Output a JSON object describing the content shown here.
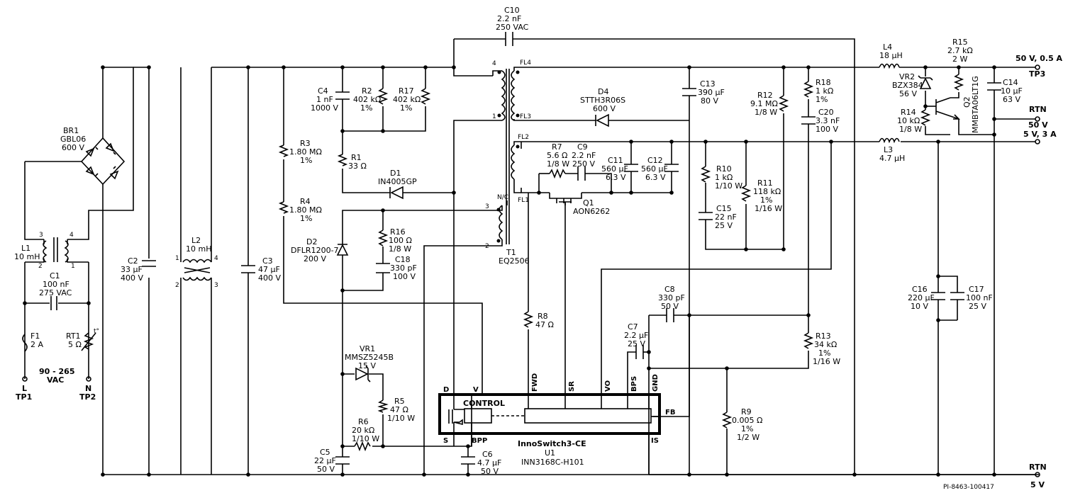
{
  "components": {
    "c10": {
      "ref": "C10",
      "value": "2.2 nF",
      "rating": "250 VAC"
    },
    "br1": {
      "ref": "BR1",
      "part": "GBL06",
      "rating": "600 V"
    },
    "l1": {
      "ref": "L1",
      "value": "10 mH"
    },
    "c1": {
      "ref": "C1",
      "value": "100 nF",
      "rating": "275 VAC"
    },
    "f1": {
      "ref": "F1",
      "value": "2 A"
    },
    "rt1": {
      "ref": "RT1",
      "value": "5 Ω"
    },
    "c2": {
      "ref": "C2",
      "value": "33 μF",
      "rating": "400 V"
    },
    "l2": {
      "ref": "L2",
      "value": "10 mH"
    },
    "c3": {
      "ref": "C3",
      "value": "47 μF",
      "rating": "400 V"
    },
    "r3": {
      "ref": "R3",
      "value": "1.80 MΩ",
      "tol": "1%"
    },
    "r4": {
      "ref": "R4",
      "value": "1.80 MΩ",
      "tol": "1%"
    },
    "c4": {
      "ref": "C4",
      "value": "1 nF",
      "rating": "1000 V"
    },
    "r2": {
      "ref": "R2",
      "value": "402 kΩ",
      "tol": "1%"
    },
    "r17": {
      "ref": "R17",
      "value": "402 kΩ",
      "tol": "1%"
    },
    "r1": {
      "ref": "R1",
      "value": "33 Ω"
    },
    "d1": {
      "ref": "D1",
      "part": "IN4005GP"
    },
    "d2": {
      "ref": "D2",
      "part": "DFLR1200-7",
      "rating": "200 V"
    },
    "r16": {
      "ref": "R16",
      "value": "100 Ω",
      "rating": "1/8 W"
    },
    "c18": {
      "ref": "C18",
      "value": "330 pF",
      "rating": "100 V"
    },
    "t1": {
      "ref": "T1",
      "part": "EQ2506"
    },
    "d4": {
      "ref": "D4",
      "part": "STTH3R06S",
      "rating": "600 V"
    },
    "r7": {
      "ref": "R7",
      "value": "5.6 Ω",
      "rating": "1/8 W"
    },
    "c9": {
      "ref": "C9",
      "value": "2.2 nF",
      "rating": "250 V"
    },
    "q1": {
      "ref": "Q1",
      "part": "AON6262"
    },
    "c13": {
      "ref": "C13",
      "value": "390 μF",
      "rating": "80 V"
    },
    "c11": {
      "ref": "C11",
      "value": "560 μF",
      "rating": "6.3 V"
    },
    "c12": {
      "ref": "C12",
      "value": "560 μF",
      "rating": "6.3 V"
    },
    "r12": {
      "ref": "R12",
      "value": "9.1 MΩ",
      "rating": "1/8 W"
    },
    "r18": {
      "ref": "R18",
      "value": "1 kΩ",
      "tol": "1%"
    },
    "c20": {
      "ref": "C20",
      "value": "3.3 nF",
      "rating": "100 V"
    },
    "r10": {
      "ref": "R10",
      "value": "1 kΩ",
      "rating": "1/10 W"
    },
    "r11": {
      "ref": "R11",
      "value": "118 kΩ",
      "tol": "1%",
      "rating": "1/16 W"
    },
    "c15": {
      "ref": "C15",
      "value": "22 nF",
      "rating": "25 V"
    },
    "l4": {
      "ref": "L4",
      "value": "18 μH"
    },
    "r15": {
      "ref": "R15",
      "value": "2.7 kΩ",
      "rating": "2 W"
    },
    "vr2": {
      "ref": "VR2",
      "part": "BZX384",
      "rating": "56 V"
    },
    "q2": {
      "ref": "Q2",
      "part": "MMBTA06LT1G"
    },
    "c14": {
      "ref": "C14",
      "value": "10 μF",
      "rating": "63 V"
    },
    "r14": {
      "ref": "R14",
      "value": "10 kΩ",
      "rating": "1/8 W"
    },
    "l3": {
      "ref": "L3",
      "value": "4.7 μH"
    },
    "r8": {
      "ref": "R8",
      "value": "47 Ω"
    },
    "c8": {
      "ref": "C8",
      "value": "330 pF",
      "rating": "50 V"
    },
    "c7": {
      "ref": "C7",
      "value": "2.2 μF",
      "rating": "25 V"
    },
    "r13": {
      "ref": "R13",
      "value": "34 kΩ",
      "tol": "1%",
      "rating": "1/16 W"
    },
    "r9": {
      "ref": "R9",
      "value": "0.005 Ω",
      "tol": "1%",
      "rating": "1/2 W"
    },
    "c16": {
      "ref": "C16",
      "value": "220 μF",
      "rating": "10 V"
    },
    "c17": {
      "ref": "C17",
      "value": "100 nF",
      "rating": "25 V"
    },
    "vr1": {
      "ref": "VR1",
      "part": "MMSZ5245B",
      "rating": "15 V"
    },
    "r5": {
      "ref": "R5",
      "value": "47 Ω",
      "rating": "1/10 W"
    },
    "r6": {
      "ref": "R6",
      "value": "20 kΩ",
      "rating": "1/10 W"
    },
    "c5": {
      "ref": "C5",
      "value": "22 μF",
      "rating": "50 V"
    },
    "c6": {
      "ref": "C6",
      "value": "4.7 μF",
      "rating": "50 V"
    },
    "u1": {
      "ref": "U1",
      "part": "INN3168C-H101",
      "family": "InnoSwitch3-CE",
      "block": "CONTROL"
    }
  },
  "u1_pins": {
    "d": "D",
    "v": "V",
    "fwd": "FWD",
    "sr": "SR",
    "vo": "VO",
    "bps": "BPS",
    "gnd": "GND",
    "fb": "FB",
    "s": "S",
    "bpp": "BPP",
    "is": "IS"
  },
  "t1_pins": {
    "p4": "4",
    "p1": "1",
    "p3": "3",
    "p2": "2",
    "nc": "N/C",
    "fl4": "FL4",
    "fl3": "FL3",
    "fl2": "FL2",
    "fl1": "FL1"
  },
  "pin_numbers": {
    "l1_3": "3",
    "l1_4": "4",
    "l1_2": "2",
    "l1_1": "1",
    "l2_1": "1",
    "l2_4": "4",
    "l2_2": "2",
    "l2_3": "3"
  },
  "thermistor_mark": "t°",
  "terminals": {
    "input_range": "90 - 265",
    "input_type": "VAC",
    "l_label": "L",
    "tp1": "TP1",
    "n_label": "N",
    "tp2": "TP2",
    "out50": "50 V, 0.5 A",
    "tp3": "TP3",
    "rtn50": "RTN",
    "rtn50_v": "50 V",
    "out5": "5 V, 3 A",
    "rtn5": "RTN",
    "rtn5_v": "5 V"
  },
  "drawing_id": "PI-8463-100417"
}
